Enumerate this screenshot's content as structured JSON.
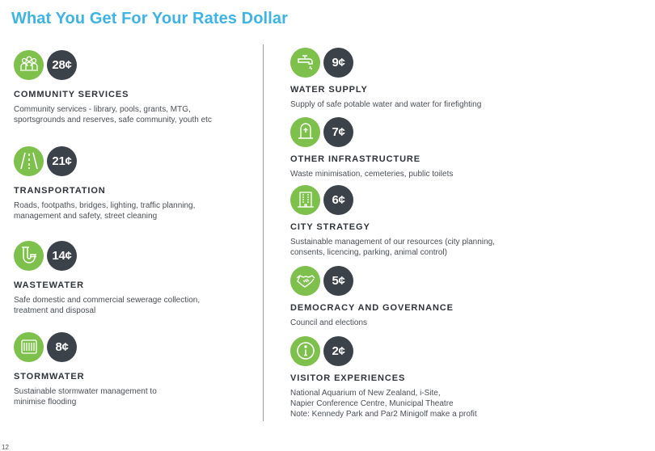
{
  "title": "What You Get For Your Rates Dollar",
  "page_number": "12",
  "colors": {
    "title": "#3db4e5",
    "icon_bg": "#7dc04b",
    "amount_bg": "#3c4249"
  },
  "left_items": [
    {
      "icon": "community-icon",
      "amount": "28¢",
      "heading": "COMMUNITY SERVICES",
      "description": "Community services - library, pools, grants, MTG,\nsportsgrounds and reserves, safe community, youth etc"
    },
    {
      "icon": "road-icon",
      "amount": "21¢",
      "heading": "TRANSPORTATION",
      "description": "Roads, footpaths, bridges, lighting, traffic planning,\nmanagement and safety, street cleaning"
    },
    {
      "icon": "pipe-icon",
      "amount": "14¢",
      "heading": "WASTEWATER",
      "description": "Safe domestic and commercial sewerage collection,\ntreatment and disposal"
    },
    {
      "icon": "drain-grate-icon",
      "amount": "8¢",
      "heading": "STORMWATER",
      "description": "Sustainable stormwater management to\nminimise flooding"
    }
  ],
  "right_items": [
    {
      "icon": "water-tap-icon",
      "amount": "9¢",
      "heading": "WATER SUPPLY",
      "description": "Supply of safe potable water and water for firefighting"
    },
    {
      "icon": "headstone-icon",
      "amount": "7¢",
      "heading": "OTHER INFRASTRUCTURE",
      "description": "Waste minimisation, cemeteries, public toilets"
    },
    {
      "icon": "building-icon",
      "amount": "6¢",
      "heading": "CITY STRATEGY",
      "description": "Sustainable management of our resources (city planning,\nconsents, licencing, parking, animal control)"
    },
    {
      "icon": "handshake-icon",
      "amount": "5¢",
      "heading": "DEMOCRACY AND GOVERNANCE",
      "description": "Council and elections"
    },
    {
      "icon": "info-icon",
      "amount": "2¢",
      "heading": "VISITOR EXPERIENCES",
      "description": "National Aquarium of New Zealand, i-Site,\nNapier Conference Centre, Municipal Theatre\nNote: Kennedy Park and Par2 Minigolf make a profit"
    }
  ]
}
